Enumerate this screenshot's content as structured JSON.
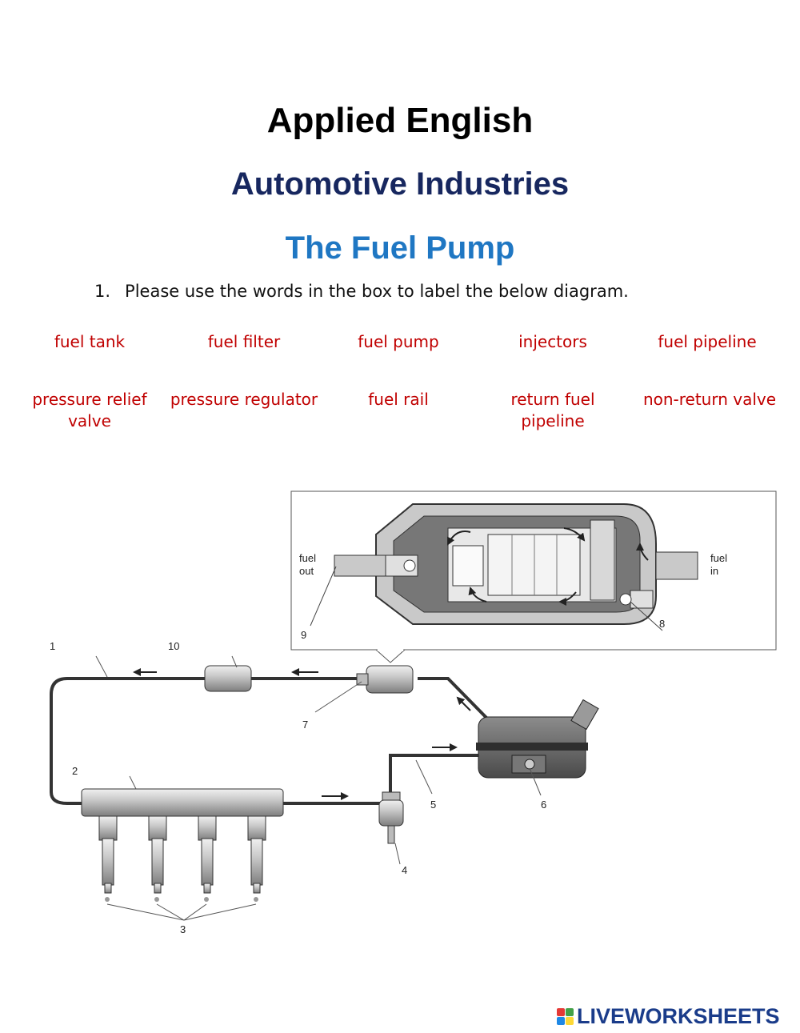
{
  "titles": {
    "main": "Applied English",
    "subject": "Automotive Industries",
    "topic": "The Fuel Pump"
  },
  "instruction": {
    "number": "1.",
    "text": "Please use the words in the box to label the below diagram."
  },
  "word_box": [
    "fuel tank",
    "fuel filter",
    "fuel pump",
    "injectors",
    "fuel pipeline",
    "pressure relief valve",
    "pressure regulator",
    "fuel rail",
    "return fuel pipeline",
    "non-return valve"
  ],
  "diagram": {
    "numbers": [
      "1",
      "2",
      "3",
      "4",
      "5",
      "6",
      "7",
      "8",
      "9",
      "10"
    ],
    "fuel_out": [
      "fuel",
      "out"
    ],
    "fuel_in": [
      "fuel",
      "in"
    ]
  },
  "footer": {
    "logo_text": "LIVEWORKSHEETS",
    "logo_icon": "liveworksheets-logo-icon"
  },
  "colors": {
    "subject": "#17275f",
    "topic": "#1f77c3",
    "words": "#c00000",
    "logo": "#1a3c8a"
  }
}
